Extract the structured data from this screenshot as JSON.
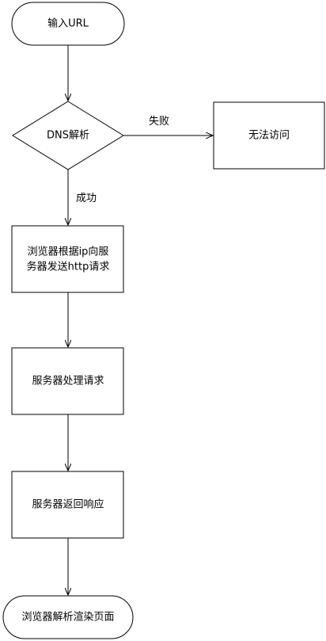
{
  "flowchart": {
    "nodes": {
      "input_url": {
        "label": "输入URL",
        "shape": "terminator"
      },
      "dns_parse": {
        "label": "DNS解析",
        "shape": "decision"
      },
      "unreachable": {
        "label": "无法访问",
        "shape": "process"
      },
      "browser_send": {
        "lines": [
          "浏览器根据ip向服",
          "务器发送http请求"
        ],
        "shape": "process"
      },
      "server_handle": {
        "label": "服务器处理请求",
        "shape": "process"
      },
      "server_respond": {
        "label": "服务器返回响应",
        "shape": "process"
      },
      "browser_render": {
        "label": "浏览器解析渲染页面",
        "shape": "terminator"
      }
    },
    "edges": {
      "fail": {
        "from": "dns_parse",
        "to": "unreachable",
        "label": "失败"
      },
      "success": {
        "from": "dns_parse",
        "to": "browser_send",
        "label": "成功"
      },
      "url_to_dns": {
        "from": "input_url",
        "to": "dns_parse"
      },
      "send_to_handle": {
        "from": "browser_send",
        "to": "server_handle"
      },
      "handle_to_respond": {
        "from": "server_handle",
        "to": "server_respond"
      },
      "respond_to_render": {
        "from": "server_respond",
        "to": "browser_render"
      }
    },
    "colors": {
      "stroke": "#000000",
      "fill": "#ffffff",
      "text": "#000000"
    }
  }
}
